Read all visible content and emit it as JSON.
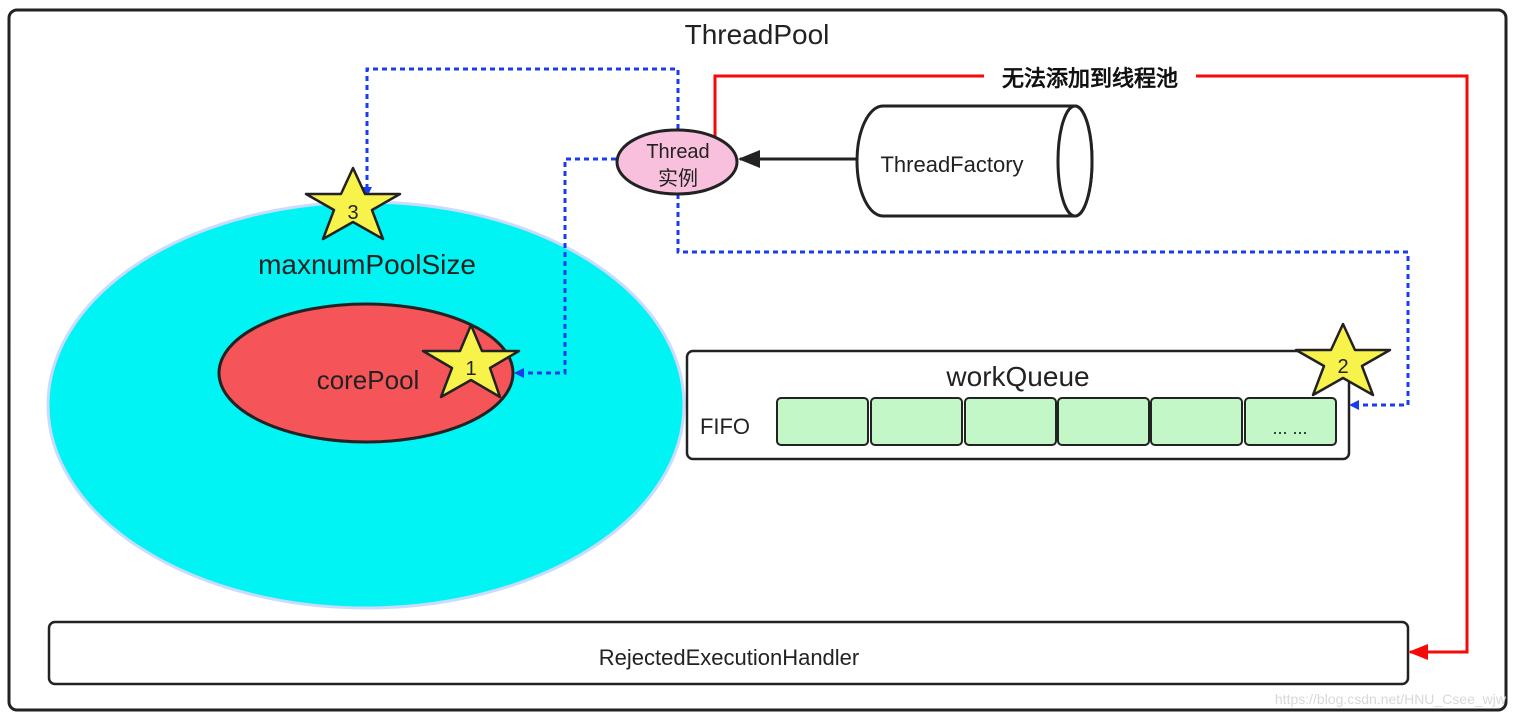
{
  "diagram": {
    "title": "ThreadPool",
    "max_pool_label": "maxnumPoolSize",
    "core_pool_label": "corePool",
    "thread_label_line1": "Thread",
    "thread_label_line2": "实例",
    "factory_label": "ThreadFactory",
    "work_queue_label": "workQueue",
    "fifo_label": "FIFO",
    "queue_ellipsis": "... ...",
    "reject_label": "无法添加到线程池",
    "handler_label": "RejectedExecutionHandler",
    "star_labels": [
      "1",
      "2",
      "3"
    ],
    "watermark": "https://blog.csdn.net/HNU_Csee_wjw"
  },
  "colors": {
    "max_pool_fill": "#00f4f4",
    "core_pool_fill": "#f55459",
    "thread_fill": "#f8c0dc",
    "queue_slot_fill": "#c3f7c7",
    "star_fill": "#f8f34a",
    "dashed_arrow": "#1a3cf0",
    "reject_arrow": "#f50a0a"
  }
}
